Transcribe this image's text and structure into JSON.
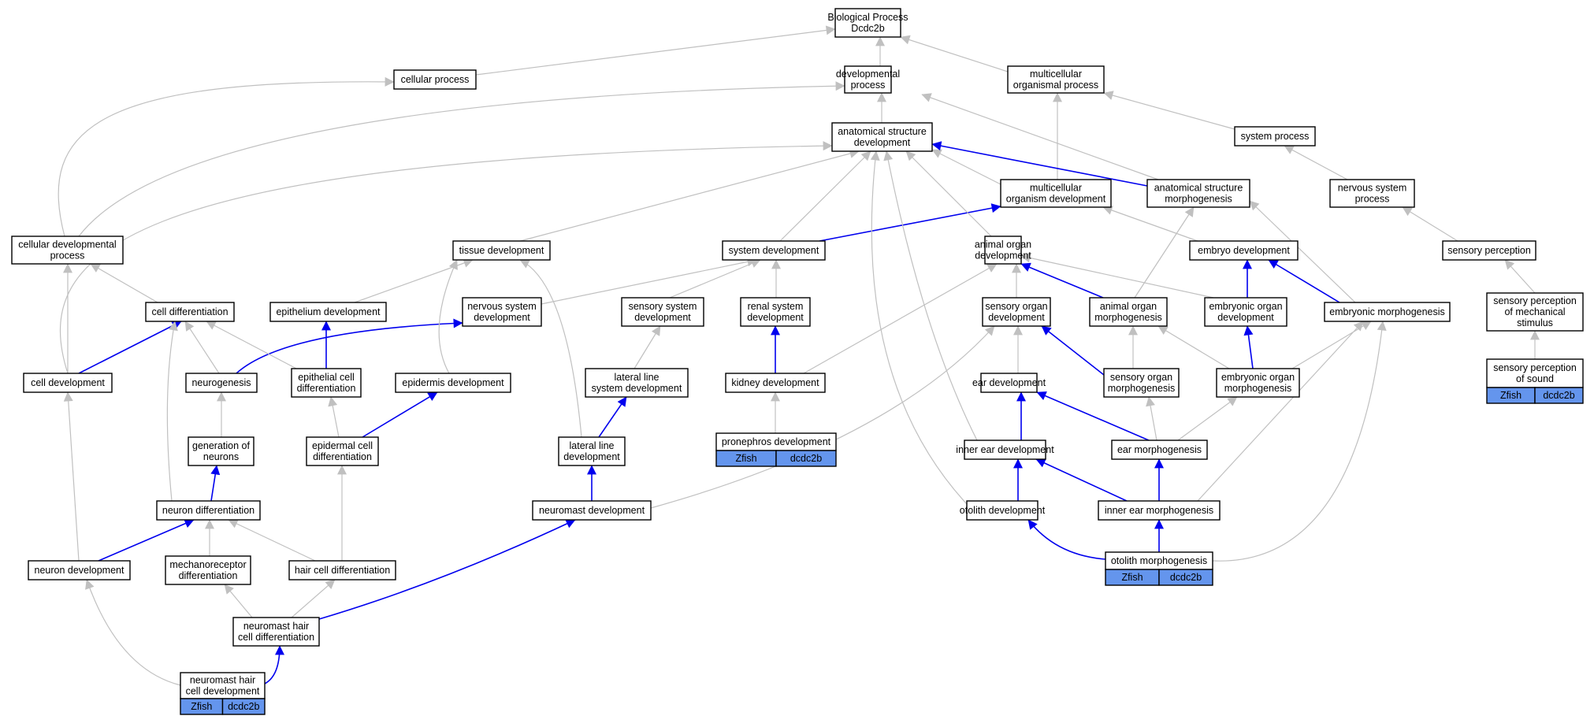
{
  "title": "Biological Process Dcdc2b",
  "colors": {
    "is_a_edge": "#c0c0c0",
    "part_of_edge": "#0000ee",
    "annotation_fill": "#6495ed",
    "node_border": "#000000"
  },
  "tag_labels": [
    "Zfish",
    "dcdc2b"
  ],
  "nodes": [
    {
      "id": "bp",
      "lines": [
        "Biological Process",
        "Dcdc2b"
      ]
    },
    {
      "id": "cellular_process",
      "lines": [
        "cellular process"
      ]
    },
    {
      "id": "developmental_process",
      "lines": [
        "developmental",
        "process"
      ]
    },
    {
      "id": "multicellular_organismal_process",
      "lines": [
        "multicellular",
        "organismal process"
      ]
    },
    {
      "id": "anatomical_structure_development",
      "lines": [
        "anatomical structure",
        "development"
      ]
    },
    {
      "id": "system_process",
      "lines": [
        "system process"
      ]
    },
    {
      "id": "multicellular_organism_development",
      "lines": [
        "multicellular",
        "organism development"
      ]
    },
    {
      "id": "anatomical_structure_morphogenesis",
      "lines": [
        "anatomical structure",
        "morphogenesis"
      ]
    },
    {
      "id": "nervous_system_process",
      "lines": [
        "nervous system",
        "process"
      ]
    },
    {
      "id": "cellular_developmental_process",
      "lines": [
        "cellular developmental",
        "process"
      ]
    },
    {
      "id": "tissue_development",
      "lines": [
        "tissue development"
      ]
    },
    {
      "id": "system_development",
      "lines": [
        "system development"
      ]
    },
    {
      "id": "animal_organ_development",
      "lines": [
        "animal organ",
        "development"
      ]
    },
    {
      "id": "embryo_development",
      "lines": [
        "embryo development"
      ]
    },
    {
      "id": "sensory_perception",
      "lines": [
        "sensory perception"
      ]
    },
    {
      "id": "cell_differentiation",
      "lines": [
        "cell differentiation"
      ]
    },
    {
      "id": "epithelium_development",
      "lines": [
        "epithelium development"
      ]
    },
    {
      "id": "nervous_system_development",
      "lines": [
        "nervous system",
        "development"
      ]
    },
    {
      "id": "sensory_system_development",
      "lines": [
        "sensory system",
        "development"
      ]
    },
    {
      "id": "renal_system_development",
      "lines": [
        "renal system",
        "development"
      ]
    },
    {
      "id": "sensory_organ_development",
      "lines": [
        "sensory organ",
        "development"
      ]
    },
    {
      "id": "animal_organ_morphogenesis",
      "lines": [
        "animal organ",
        "morphogenesis"
      ]
    },
    {
      "id": "embryonic_organ_development",
      "lines": [
        "embryonic organ",
        "development"
      ]
    },
    {
      "id": "embryonic_morphogenesis",
      "lines": [
        "embryonic morphogenesis"
      ]
    },
    {
      "id": "sensory_perception_of_mechanical_stimulus",
      "lines": [
        "sensory perception",
        "of mechanical",
        "stimulus"
      ]
    },
    {
      "id": "cell_development",
      "lines": [
        "cell development"
      ]
    },
    {
      "id": "neurogenesis",
      "lines": [
        "neurogenesis"
      ]
    },
    {
      "id": "epithelial_cell_differentiation",
      "lines": [
        "epithelial cell",
        "differentiation"
      ]
    },
    {
      "id": "epidermis_development",
      "lines": [
        "epidermis development"
      ]
    },
    {
      "id": "lateral_line_system_development",
      "lines": [
        "lateral line",
        "system development"
      ]
    },
    {
      "id": "kidney_development",
      "lines": [
        "kidney development"
      ]
    },
    {
      "id": "ear_development",
      "lines": [
        "ear development"
      ]
    },
    {
      "id": "sensory_organ_morphogenesis",
      "lines": [
        "sensory organ",
        "morphogenesis"
      ]
    },
    {
      "id": "embryonic_organ_morphogenesis",
      "lines": [
        "embryonic organ",
        "morphogenesis"
      ]
    },
    {
      "id": "sensory_perception_of_sound",
      "lines": [
        "sensory perception",
        "of sound"
      ],
      "tags": true
    },
    {
      "id": "generation_of_neurons",
      "lines": [
        "generation of",
        "neurons"
      ]
    },
    {
      "id": "epidermal_cell_differentiation",
      "lines": [
        "epidermal cell",
        "differentiation"
      ]
    },
    {
      "id": "lateral_line_development",
      "lines": [
        "lateral line",
        "development"
      ]
    },
    {
      "id": "pronephros_development",
      "lines": [
        "pronephros development"
      ],
      "tags": true
    },
    {
      "id": "inner_ear_development",
      "lines": [
        "inner ear development"
      ]
    },
    {
      "id": "ear_morphogenesis",
      "lines": [
        "ear morphogenesis"
      ]
    },
    {
      "id": "neuron_differentiation",
      "lines": [
        "neuron differentiation"
      ]
    },
    {
      "id": "neuromast_development",
      "lines": [
        "neuromast development"
      ]
    },
    {
      "id": "otolith_development",
      "lines": [
        "otolith development"
      ]
    },
    {
      "id": "inner_ear_morphogenesis",
      "lines": [
        "inner ear morphogenesis"
      ]
    },
    {
      "id": "neuron_development",
      "lines": [
        "neuron development"
      ]
    },
    {
      "id": "mechanoreceptor_differentiation",
      "lines": [
        "mechanoreceptor",
        "differentiation"
      ]
    },
    {
      "id": "hair_cell_differentiation",
      "lines": [
        "hair cell differentiation"
      ]
    },
    {
      "id": "otolith_morphogenesis",
      "lines": [
        "otolith morphogenesis"
      ],
      "tags": true
    },
    {
      "id": "neuromast_hair_cell_differentiation",
      "lines": [
        "neuromast hair",
        "cell differentiation"
      ]
    },
    {
      "id": "neuromast_hair_cell_development",
      "lines": [
        "neuromast hair",
        "cell development"
      ],
      "tags": true
    }
  ],
  "edges": [
    {
      "from": "cellular_process",
      "to": "bp",
      "type": "is_a"
    },
    {
      "from": "developmental_process",
      "to": "bp",
      "type": "is_a"
    },
    {
      "from": "multicellular_organismal_process",
      "to": "bp",
      "type": "is_a"
    },
    {
      "from": "anatomical_structure_development",
      "to": "developmental_process",
      "type": "is_a"
    },
    {
      "from": "system_process",
      "to": "multicellular_organismal_process",
      "type": "is_a"
    },
    {
      "from": "multicellular_organism_development",
      "to": "multicellular_organismal_process",
      "type": "is_a"
    },
    {
      "from": "multicellular_organism_development",
      "to": "anatomical_structure_development",
      "type": "is_a"
    },
    {
      "from": "anatomical_structure_morphogenesis",
      "to": "developmental_process",
      "type": "is_a"
    },
    {
      "from": "anatomical_structure_morphogenesis",
      "to": "anatomical_structure_development",
      "type": "part_of"
    },
    {
      "from": "nervous_system_process",
      "to": "system_process",
      "type": "is_a"
    },
    {
      "from": "cellular_developmental_process",
      "to": "cellular_process",
      "type": "is_a"
    },
    {
      "from": "cellular_developmental_process",
      "to": "developmental_process",
      "type": "is_a"
    },
    {
      "from": "tissue_development",
      "to": "anatomical_structure_development",
      "type": "is_a"
    },
    {
      "from": "system_development",
      "to": "anatomical_structure_development",
      "type": "is_a"
    },
    {
      "from": "system_development",
      "to": "multicellular_organism_development",
      "type": "part_of"
    },
    {
      "from": "animal_organ_development",
      "to": "anatomical_structure_development",
      "type": "is_a"
    },
    {
      "from": "embryo_development",
      "to": "multicellular_organism_development",
      "type": "is_a"
    },
    {
      "from": "sensory_perception",
      "to": "nervous_system_process",
      "type": "is_a"
    },
    {
      "from": "cell_differentiation",
      "to": "cellular_developmental_process",
      "type": "is_a"
    },
    {
      "from": "epithelium_development",
      "to": "tissue_development",
      "type": "is_a"
    },
    {
      "from": "nervous_system_development",
      "to": "system_development",
      "type": "is_a"
    },
    {
      "from": "sensory_system_development",
      "to": "system_development",
      "type": "is_a"
    },
    {
      "from": "renal_system_development",
      "to": "system_development",
      "type": "is_a"
    },
    {
      "from": "sensory_organ_development",
      "to": "animal_organ_development",
      "type": "is_a"
    },
    {
      "from": "animal_organ_morphogenesis",
      "to": "anatomical_structure_morphogenesis",
      "type": "is_a"
    },
    {
      "from": "animal_organ_morphogenesis",
      "to": "animal_organ_development",
      "type": "part_of"
    },
    {
      "from": "embryonic_organ_development",
      "to": "animal_organ_development",
      "type": "is_a"
    },
    {
      "from": "embryonic_organ_development",
      "to": "embryo_development",
      "type": "part_of"
    },
    {
      "from": "embryonic_morphogenesis",
      "to": "anatomical_structure_morphogenesis",
      "type": "is_a"
    },
    {
      "from": "embryonic_morphogenesis",
      "to": "embryo_development",
      "type": "part_of"
    },
    {
      "from": "sensory_perception_of_mechanical_stimulus",
      "to": "sensory_perception",
      "type": "is_a"
    },
    {
      "from": "cell_development",
      "to": "cellular_developmental_process",
      "type": "is_a"
    },
    {
      "from": "cell_development",
      "to": "anatomical_structure_development",
      "type": "is_a"
    },
    {
      "from": "cell_development",
      "to": "cell_differentiation",
      "type": "part_of"
    },
    {
      "from": "neurogenesis",
      "to": "cell_differentiation",
      "type": "is_a"
    },
    {
      "from": "neurogenesis",
      "to": "nervous_system_development",
      "type": "part_of"
    },
    {
      "from": "epithelial_cell_differentiation",
      "to": "cell_differentiation",
      "type": "is_a"
    },
    {
      "from": "epithelial_cell_differentiation",
      "to": "epithelium_development",
      "type": "part_of"
    },
    {
      "from": "epidermis_development",
      "to": "tissue_development",
      "type": "is_a"
    },
    {
      "from": "lateral_line_system_development",
      "to": "sensory_system_development",
      "type": "is_a"
    },
    {
      "from": "kidney_development",
      "to": "animal_organ_development",
      "type": "is_a"
    },
    {
      "from": "kidney_development",
      "to": "renal_system_development",
      "type": "part_of"
    },
    {
      "from": "ear_development",
      "to": "sensory_organ_development",
      "type": "is_a"
    },
    {
      "from": "sensory_organ_morphogenesis",
      "to": "animal_organ_morphogenesis",
      "type": "is_a"
    },
    {
      "from": "sensory_organ_morphogenesis",
      "to": "sensory_organ_development",
      "type": "part_of"
    },
    {
      "from": "embryonic_organ_morphogenesis",
      "to": "animal_organ_morphogenesis",
      "type": "is_a"
    },
    {
      "from": "embryonic_organ_morphogenesis",
      "to": "embryonic_morphogenesis",
      "type": "is_a"
    },
    {
      "from": "embryonic_organ_morphogenesis",
      "to": "embryonic_organ_development",
      "type": "part_of"
    },
    {
      "from": "sensory_perception_of_sound",
      "to": "sensory_perception_of_mechanical_stimulus",
      "type": "is_a"
    },
    {
      "from": "generation_of_neurons",
      "to": "neurogenesis",
      "type": "is_a"
    },
    {
      "from": "epidermal_cell_differentiation",
      "to": "epithelial_cell_differentiation",
      "type": "is_a"
    },
    {
      "from": "epidermal_cell_differentiation",
      "to": "epidermis_development",
      "type": "part_of"
    },
    {
      "from": "lateral_line_development",
      "to": "tissue_development",
      "type": "is_a"
    },
    {
      "from": "lateral_line_development",
      "to": "lateral_line_system_development",
      "type": "part_of"
    },
    {
      "from": "pronephros_development",
      "to": "kidney_development",
      "type": "is_a"
    },
    {
      "from": "inner_ear_development",
      "to": "anatomical_structure_development",
      "type": "is_a"
    },
    {
      "from": "inner_ear_development",
      "to": "ear_development",
      "type": "part_of"
    },
    {
      "from": "ear_morphogenesis",
      "to": "sensory_organ_morphogenesis",
      "type": "is_a"
    },
    {
      "from": "ear_morphogenesis",
      "to": "embryonic_organ_morphogenesis",
      "type": "is_a"
    },
    {
      "from": "ear_morphogenesis",
      "to": "ear_development",
      "type": "part_of"
    },
    {
      "from": "neuron_differentiation",
      "to": "cell_differentiation",
      "type": "is_a"
    },
    {
      "from": "neuron_differentiation",
      "to": "generation_of_neurons",
      "type": "part_of"
    },
    {
      "from": "neuromast_development",
      "to": "sensory_organ_development",
      "type": "is_a"
    },
    {
      "from": "neuromast_development",
      "to": "lateral_line_development",
      "type": "part_of"
    },
    {
      "from": "otolith_development",
      "to": "anatomical_structure_development",
      "type": "is_a"
    },
    {
      "from": "otolith_development",
      "to": "inner_ear_development",
      "type": "part_of"
    },
    {
      "from": "inner_ear_morphogenesis",
      "to": "embryonic_morphogenesis",
      "type": "is_a"
    },
    {
      "from": "inner_ear_morphogenesis",
      "to": "ear_morphogenesis",
      "type": "part_of"
    },
    {
      "from": "inner_ear_morphogenesis",
      "to": "inner_ear_development",
      "type": "part_of"
    },
    {
      "from": "neuron_development",
      "to": "cell_development",
      "type": "is_a"
    },
    {
      "from": "neuron_development",
      "to": "neuron_differentiation",
      "type": "part_of"
    },
    {
      "from": "mechanoreceptor_differentiation",
      "to": "neuron_differentiation",
      "type": "is_a"
    },
    {
      "from": "hair_cell_differentiation",
      "to": "neuron_differentiation",
      "type": "is_a"
    },
    {
      "from": "hair_cell_differentiation",
      "to": "epidermal_cell_differentiation",
      "type": "is_a"
    },
    {
      "from": "otolith_morphogenesis",
      "to": "embryonic_morphogenesis",
      "type": "is_a"
    },
    {
      "from": "otolith_morphogenesis",
      "to": "inner_ear_morphogenesis",
      "type": "part_of"
    },
    {
      "from": "otolith_morphogenesis",
      "to": "otolith_development",
      "type": "part_of"
    },
    {
      "from": "neuromast_hair_cell_differentiation",
      "to": "mechanoreceptor_differentiation",
      "type": "is_a"
    },
    {
      "from": "neuromast_hair_cell_differentiation",
      "to": "hair_cell_differentiation",
      "type": "is_a"
    },
    {
      "from": "neuromast_hair_cell_differentiation",
      "to": "neuromast_development",
      "type": "part_of"
    },
    {
      "from": "neuromast_hair_cell_development",
      "to": "neuron_development",
      "type": "is_a"
    },
    {
      "from": "neuromast_hair_cell_development",
      "to": "neuromast_hair_cell_differentiation",
      "type": "part_of"
    }
  ]
}
